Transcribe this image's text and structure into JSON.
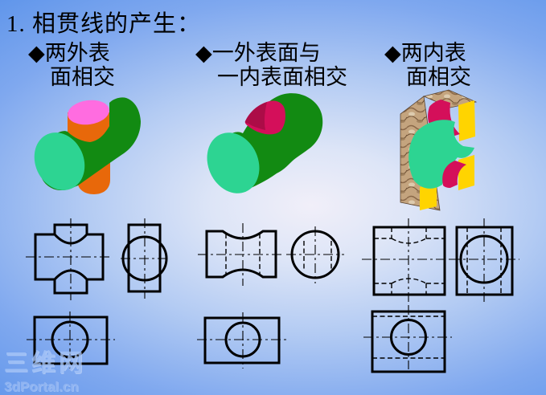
{
  "slide": {
    "title": "1. 相贯线的产生：",
    "columns": [
      {
        "heading_line1": "◆两外表",
        "heading_line2": "面相交"
      },
      {
        "heading_line1": "◆一外表面与",
        "heading_line2": "一内表面相交"
      },
      {
        "heading_line1": "◆两内表",
        "heading_line2": "面相交"
      }
    ],
    "watermark": {
      "line1": "三维网",
      "line2": "3dPortal.cn"
    },
    "colors": {
      "cylinder_green": "#128a12",
      "end_face_teal": "#2dd492",
      "cylinder_orange": "#e8680a",
      "top_face_magenta": "#ff6ce0",
      "hole_crimson": "#d40f5a",
      "hole_crimson_dark": "#a50c44",
      "cut_face_yellow": "#ffd400",
      "stone_tan": "#c4a47e",
      "drawing_line": "#000000"
    }
  }
}
